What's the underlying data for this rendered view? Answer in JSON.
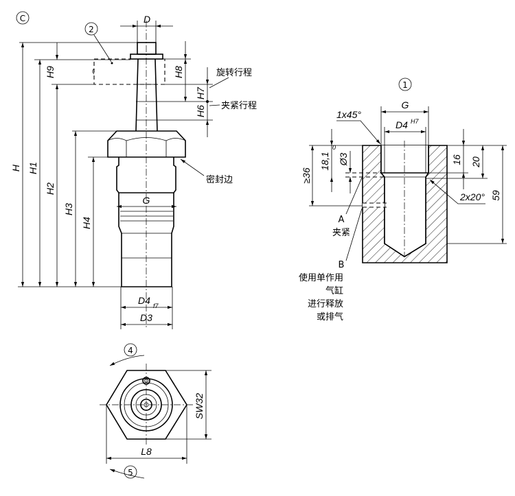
{
  "view_marks": {
    "c": "C",
    "one": "1",
    "two": "2",
    "four": "4",
    "five": "5"
  },
  "side_view": {
    "D": "D",
    "H": "H",
    "H1": "H1",
    "H2": "H2",
    "H3": "H3",
    "H4": "H4",
    "H6": "H6",
    "H7": "H7",
    "H8": "H8",
    "H9": "H9",
    "G": "G",
    "D4": "D4",
    "D4_tol": "f7",
    "D3": "D3",
    "rotation_stroke": "旋转行程",
    "clamping_stroke": "夹紧行程",
    "sealing_edge": "密封边"
  },
  "bottom_view": {
    "SW": "SW32",
    "L8": "L8"
  },
  "mounting_hole": {
    "G": "G",
    "D4": "D4",
    "D4_tol": "H7",
    "chamfer": "1x45°",
    "depth_min": "≥36",
    "d18": "18,1",
    "d18_tol": "0",
    "port_dia": "Ø3",
    "d16": "16",
    "d20": "20",
    "d59": "59",
    "angle": "2x20°",
    "port_a": "A",
    "port_a_desc": "夹紧",
    "port_b": "B",
    "port_b_desc": [
      "使用单作用",
      "气缸",
      "进行释放",
      "或排气"
    ]
  },
  "colors": {
    "ink": "#000000",
    "background": "#ffffff"
  }
}
